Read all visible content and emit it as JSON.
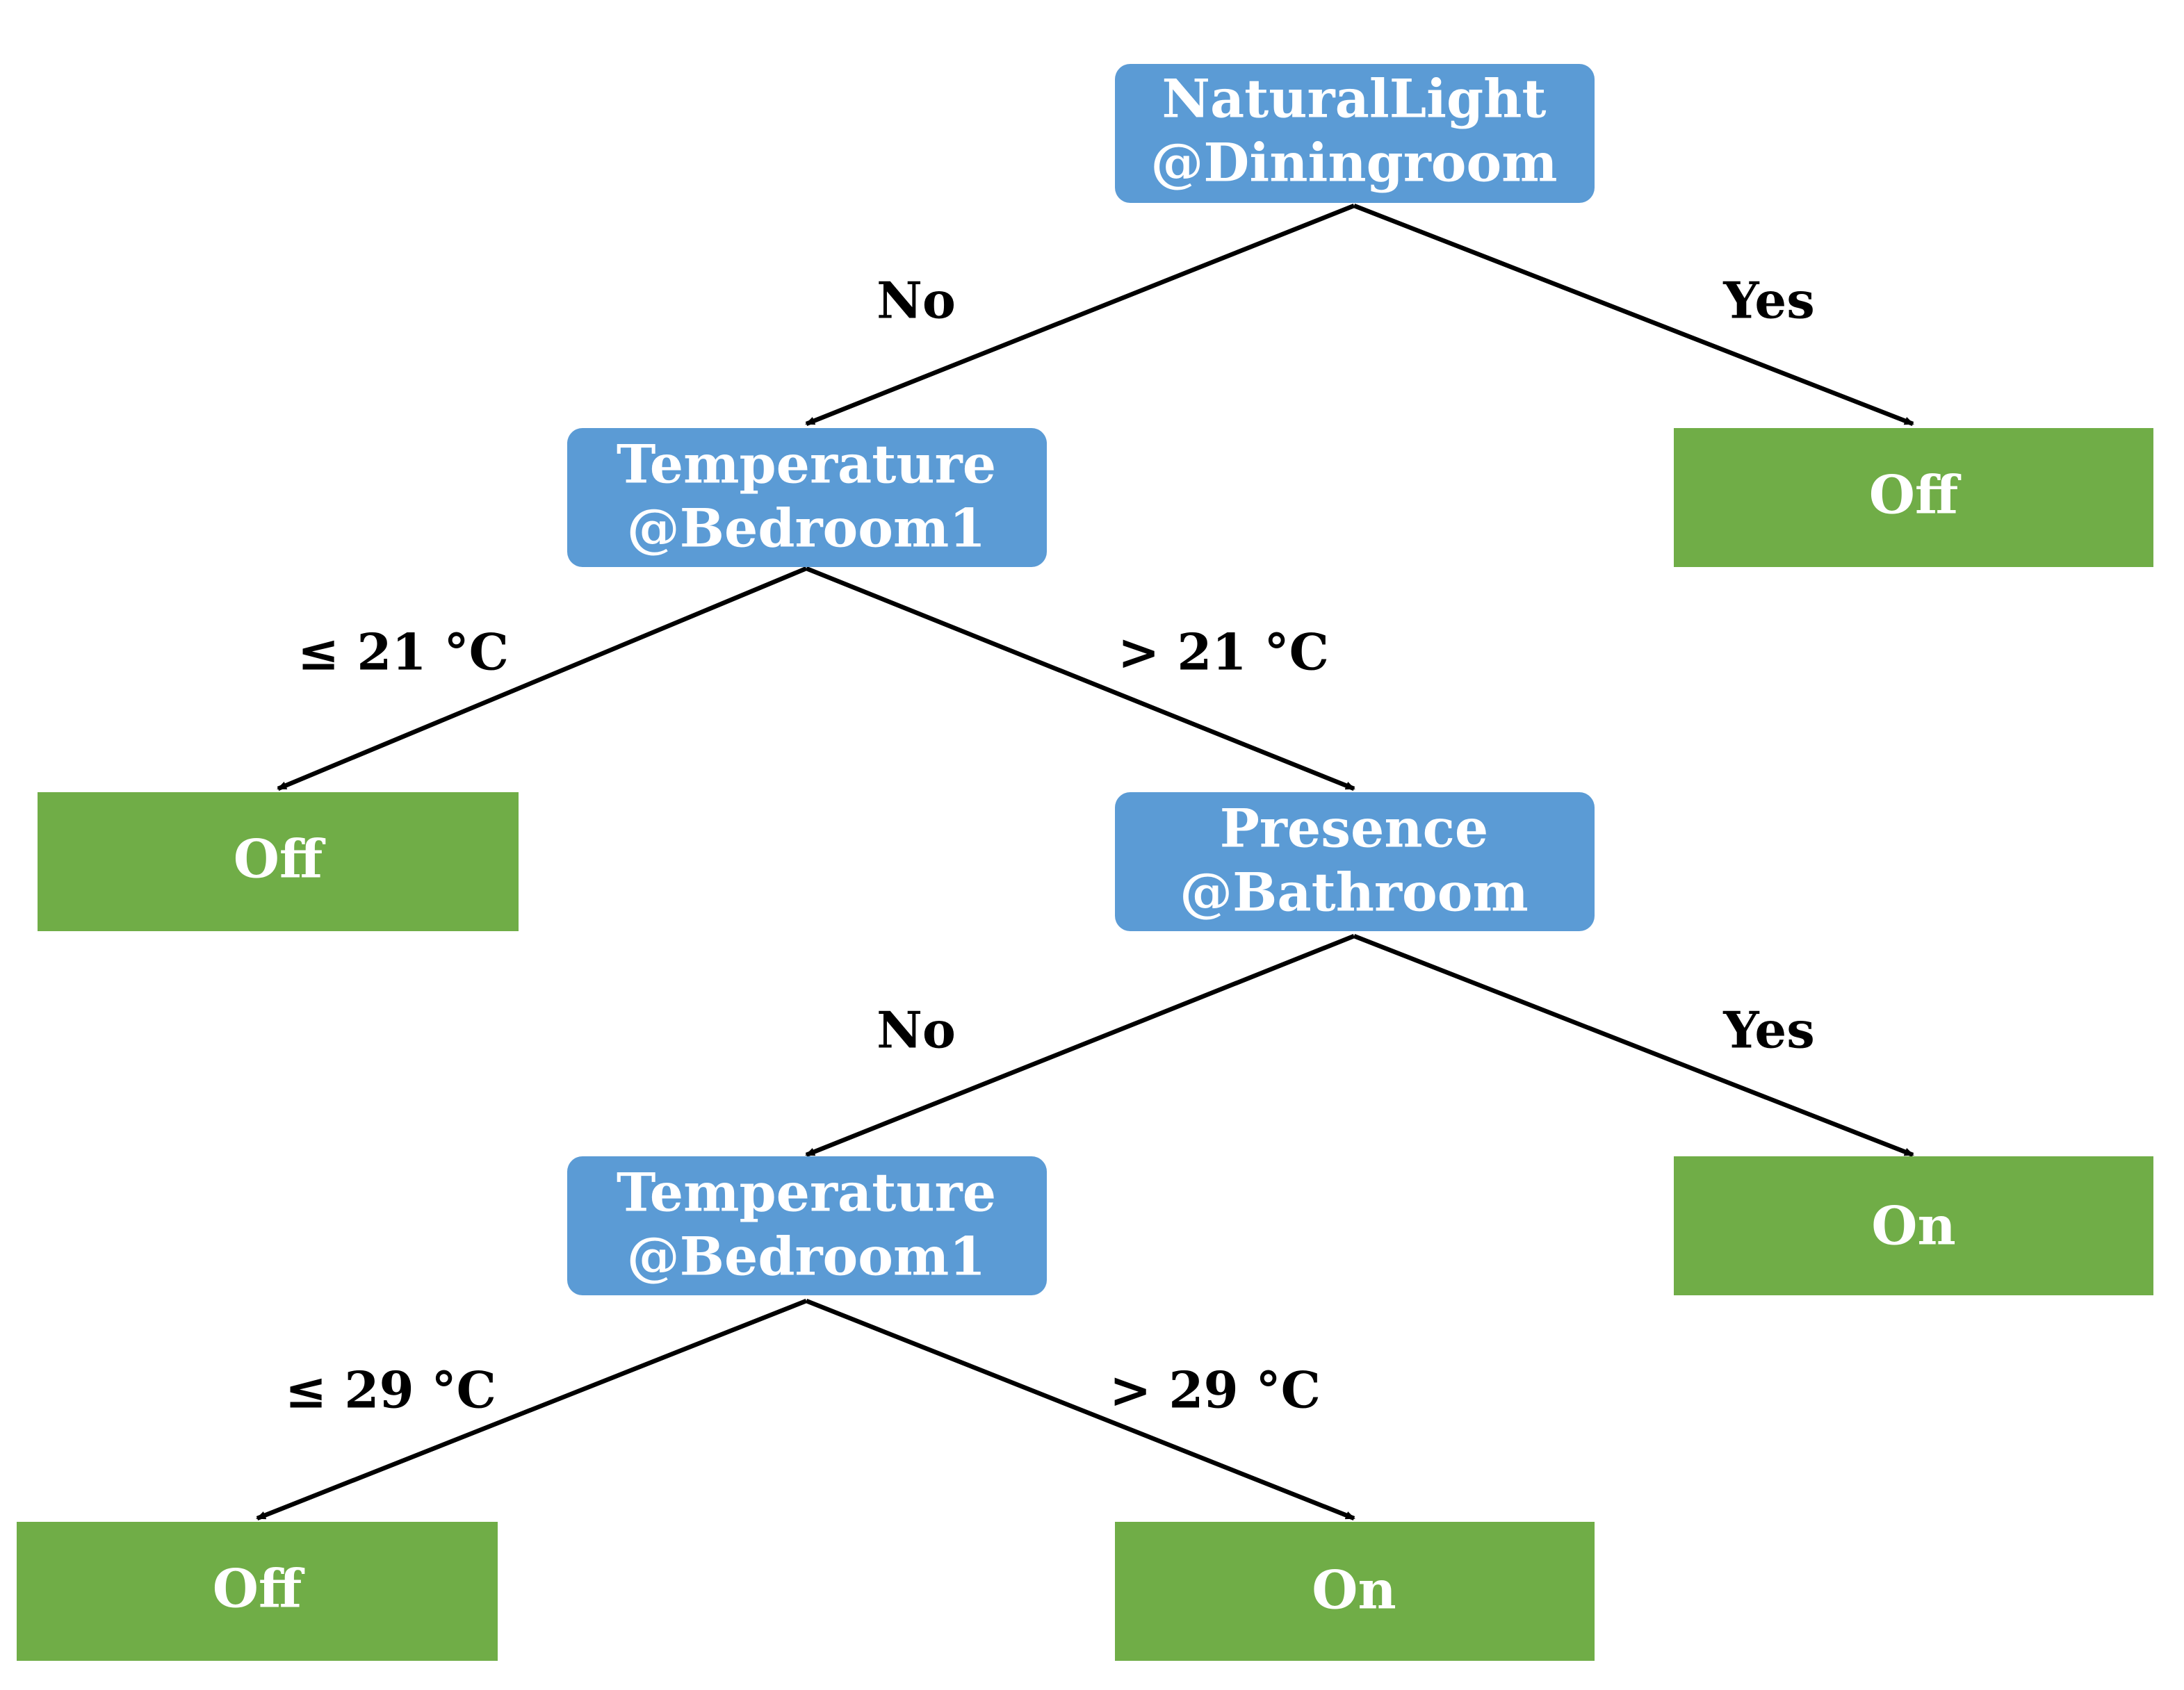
{
  "colors": {
    "decision": "#5b9bd5",
    "leaf": "#70ad47",
    "edge": "#000000",
    "node_text": "#ffffff"
  },
  "nodes": {
    "root": {
      "line1": "NaturalLight",
      "line2": "@Diningroom"
    },
    "temp1": {
      "line1": "Temperature",
      "line2": "@Bedroom1"
    },
    "leaf_off_top": {
      "label": "Off"
    },
    "leaf_off_left": {
      "label": "Off"
    },
    "presence": {
      "line1": "Presence",
      "line2": "@Bathroom"
    },
    "temp2": {
      "line1": "Temperature",
      "line2": "@Bedroom1"
    },
    "leaf_on_right": {
      "label": "On"
    },
    "leaf_off_bottom": {
      "label": "Off"
    },
    "leaf_on_bottom": {
      "label": "On"
    }
  },
  "edges": {
    "root_no": "No",
    "root_yes": "Yes",
    "temp1_le": "≤ 21 °C",
    "temp1_gt": "> 21 °C",
    "presence_no": "No",
    "presence_yes": "Yes",
    "temp2_le": "≤ 29 °C",
    "temp2_gt": "> 29 °C"
  }
}
